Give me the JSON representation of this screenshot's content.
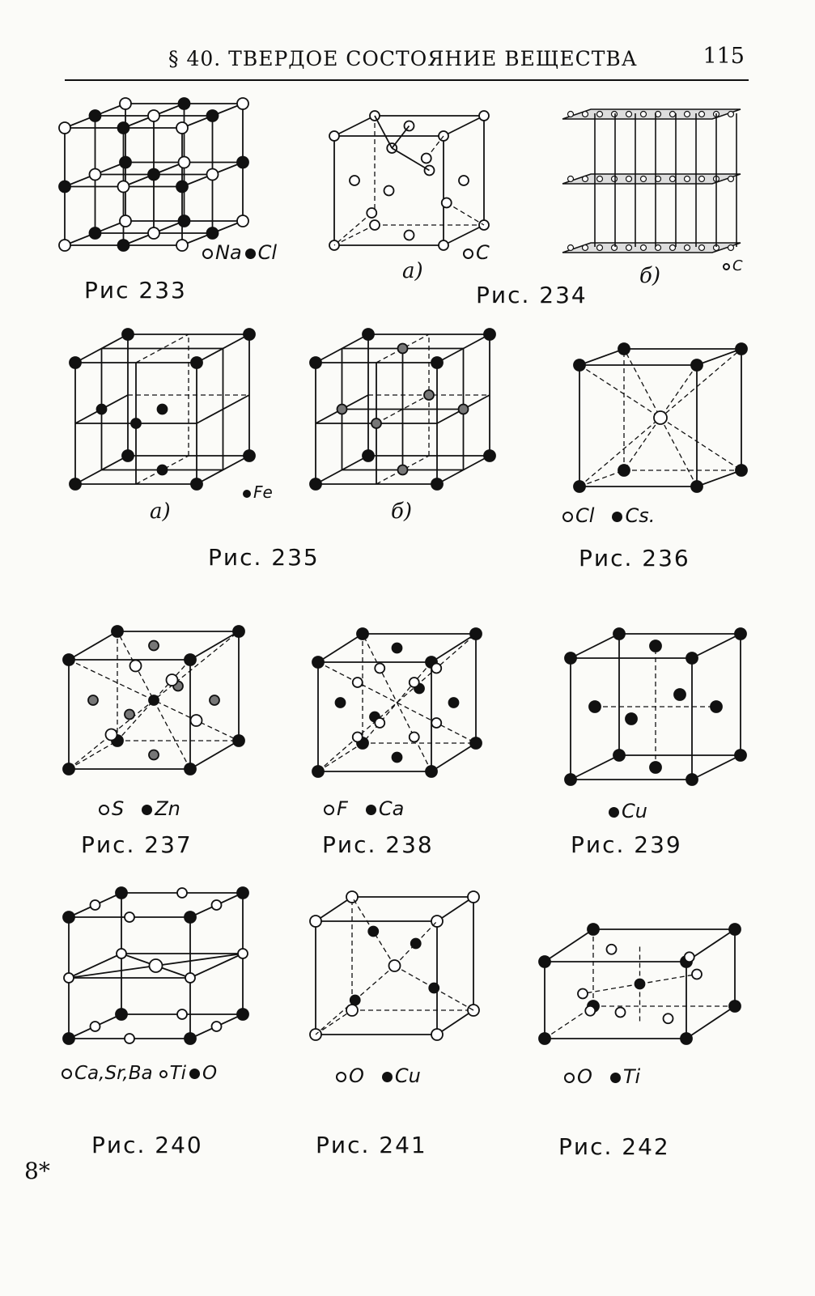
{
  "header": {
    "section_title": "§ 40. ТВЕРДОЕ СОСТОЯНИЕ ВЕЩЕСТВА",
    "page_number": "115"
  },
  "footer": {
    "signature_mark": "8*"
  },
  "figures": {
    "fig233": {
      "caption": "Рис 233",
      "legend": [
        "Na",
        "Cl"
      ]
    },
    "fig234": {
      "caption": "Рис. 234",
      "sub_a": "а)",
      "sub_b": "б)",
      "legend_a": "C",
      "legend_b": "C"
    },
    "fig235": {
      "caption": "Рис. 235",
      "sub_a": "а)",
      "sub_b": "б)",
      "legend": "Fe"
    },
    "fig236": {
      "caption": "Рис. 236",
      "legend": [
        "Cl",
        "Cs."
      ]
    },
    "fig237": {
      "caption": "Рис. 237",
      "legend": [
        "S",
        "Zn"
      ]
    },
    "fig238": {
      "caption": "Рис. 238",
      "legend": [
        "F",
        "Ca"
      ]
    },
    "fig239": {
      "caption": "Рис. 239",
      "legend": "Cu"
    },
    "fig240": {
      "caption": "Рис. 240",
      "legend": [
        "Ca,Sr,Ba",
        "Ti",
        "O"
      ]
    },
    "fig241": {
      "caption": "Рис. 241",
      "legend": [
        "O",
        "Cu"
      ]
    },
    "fig242": {
      "caption": "Рис. 242",
      "legend": [
        "O",
        "Ti"
      ]
    }
  }
}
